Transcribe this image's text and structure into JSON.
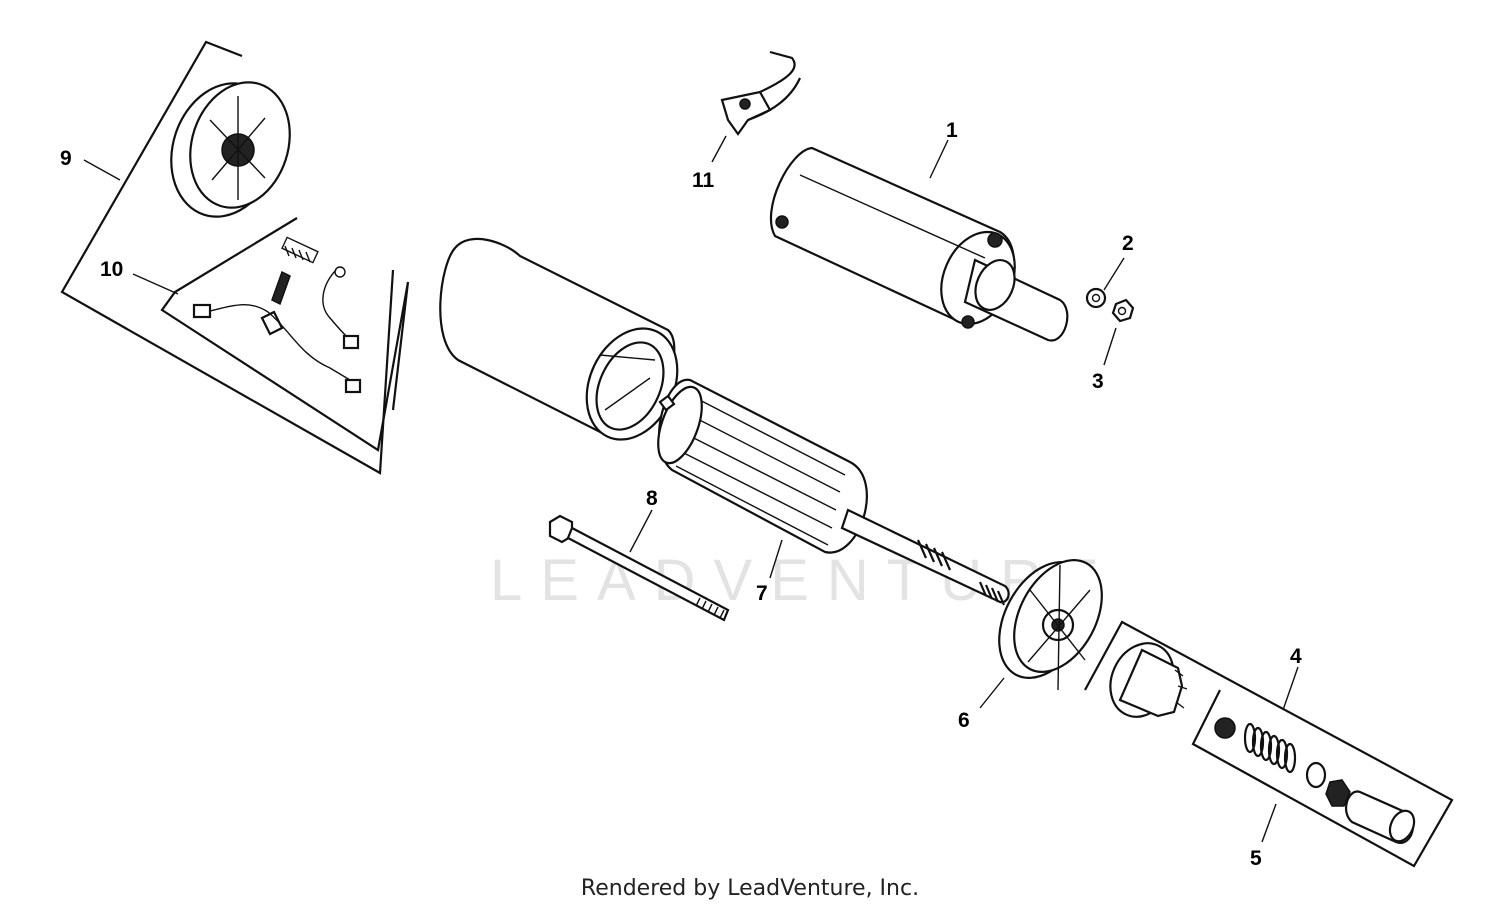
{
  "watermark": "LEADVENTURE",
  "credit": "Rendered by LeadVenture, Inc.",
  "callouts": [
    {
      "id": "1",
      "label": "1"
    },
    {
      "id": "2",
      "label": "2"
    },
    {
      "id": "3",
      "label": "3"
    },
    {
      "id": "4",
      "label": "4"
    },
    {
      "id": "5",
      "label": "5"
    },
    {
      "id": "6",
      "label": "6"
    },
    {
      "id": "7",
      "label": "7"
    },
    {
      "id": "8",
      "label": "8"
    },
    {
      "id": "9",
      "label": "9"
    },
    {
      "id": "10",
      "label": "10"
    },
    {
      "id": "11",
      "label": "11"
    }
  ]
}
